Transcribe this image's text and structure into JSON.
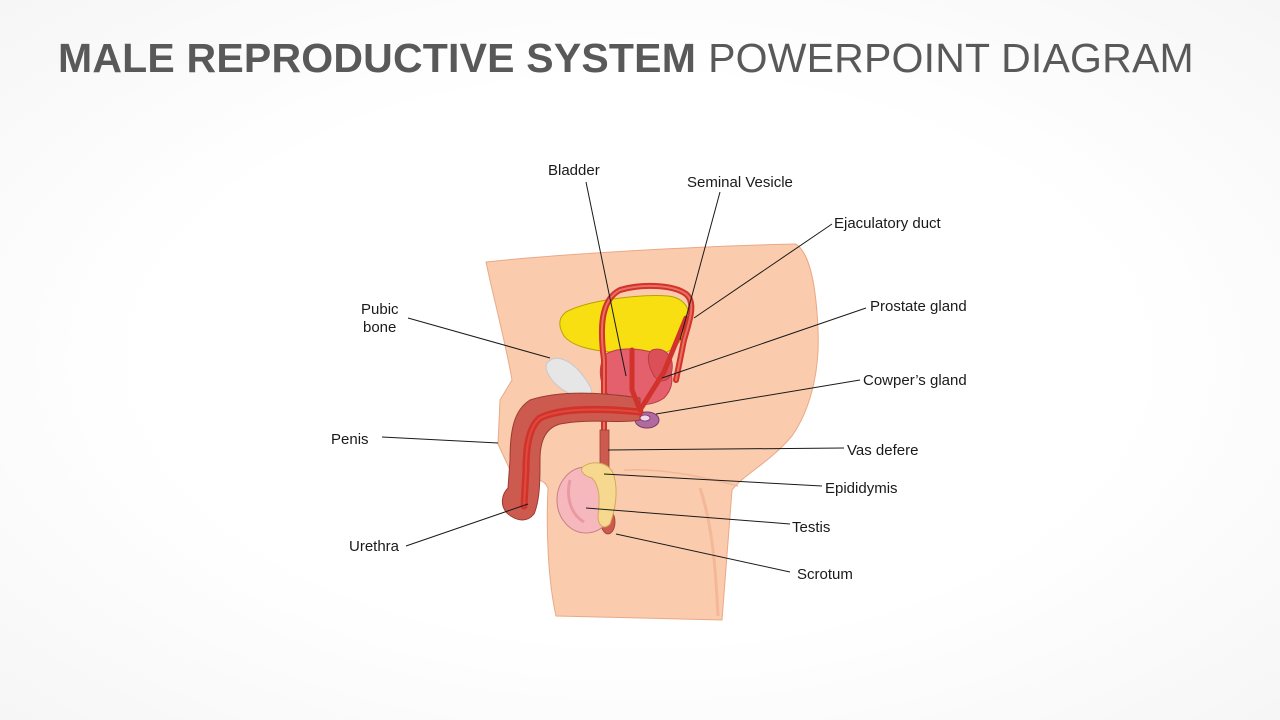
{
  "title": {
    "bold_part": "MALE REPRODUCTIVE SYSTEM",
    "light_part": "POWERPOINT DIAGRAM"
  },
  "labels": {
    "bladder": "Bladder",
    "seminal_vesicle": "Seminal  Vesicle",
    "ejaculatory_duct": "Ejaculatory  duct",
    "pubic_bone_line1": "Pubic",
    "pubic_bone_line2": "bone",
    "prostate_gland": "Prostate  gland",
    "cowpers_gland": "Cowper’s gland",
    "penis": "Penis",
    "vas_defere": "Vas defere",
    "epididymis": "Epididymis",
    "testis": "Testis",
    "urethra": "Urethra",
    "scrotum": "Scrotum"
  },
  "colors": {
    "skin": "#fbcbad",
    "skin_outline": "#e9a987",
    "bladder": "#f8df12",
    "prostate": "#e4606c",
    "duct": "#d1322c",
    "penis": "#cc5a4f",
    "testis": "#f7b8bd",
    "epididymis": "#f6d98e",
    "pubic_bone": "#e6e6e6",
    "cowper": "#a3528f"
  }
}
